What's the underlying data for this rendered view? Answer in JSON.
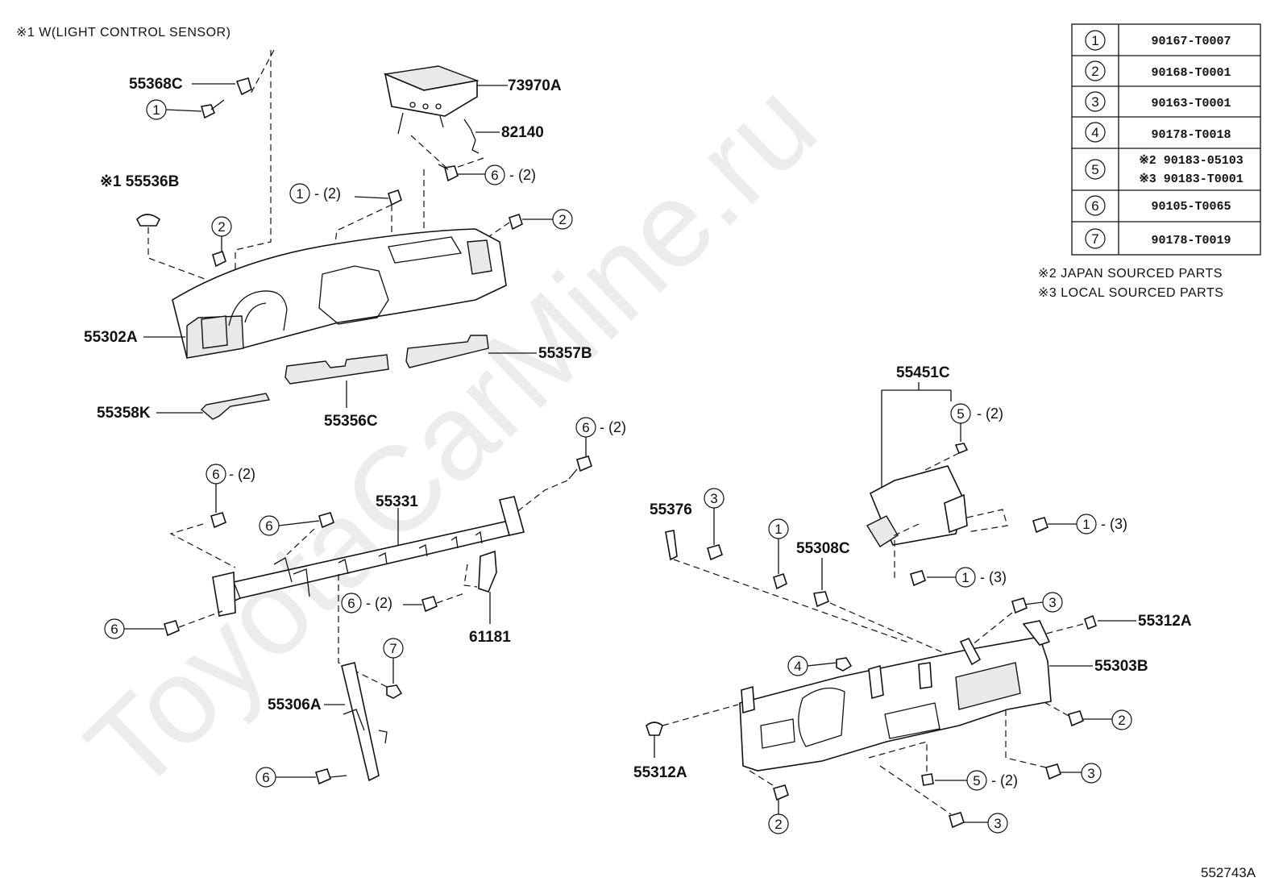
{
  "notes": {
    "header": "※1  W(LIGHT CONTROL SENSOR)",
    "japan": "※2 JAPAN SOURCED PARTS",
    "local": "※3 LOCAL SOURCED PARTS",
    "drawing_no": "552743A",
    "watermark": "ToyotaCarMine.ru"
  },
  "labels": {
    "p55368C": "55368C",
    "p73970A": "73970A",
    "p82140": "82140",
    "p55536B": "※1 55536B",
    "p55302A": "55302A",
    "p55357B": "55357B",
    "p55358K": "55358K",
    "p55356C": "55356C",
    "p55331": "55331",
    "p61181": "61181",
    "p55306A": "55306A",
    "p55451C": "55451C",
    "p55376": "55376",
    "p55308C": "55308C",
    "p55312A_top": "55312A",
    "p55303B": "55303B",
    "p55312A_bottom": "55312A"
  },
  "qty": {
    "q2": "- (2)",
    "q3": "- (3)"
  },
  "callouts": [
    "1",
    "2",
    "3",
    "4",
    "5",
    "6",
    "7"
  ],
  "parts_table": [
    {
      "ref": "1",
      "parts": [
        "90167-T0007"
      ]
    },
    {
      "ref": "2",
      "parts": [
        "90168-T0001"
      ]
    },
    {
      "ref": "3",
      "parts": [
        "90163-T0001"
      ]
    },
    {
      "ref": "4",
      "parts": [
        "90178-T0018"
      ]
    },
    {
      "ref": "5",
      "parts": [
        "※2 90183-05103",
        "※3 90183-T0001"
      ]
    },
    {
      "ref": "6",
      "parts": [
        "90105-T0065"
      ]
    },
    {
      "ref": "7",
      "parts": [
        "90178-T0019"
      ]
    }
  ]
}
